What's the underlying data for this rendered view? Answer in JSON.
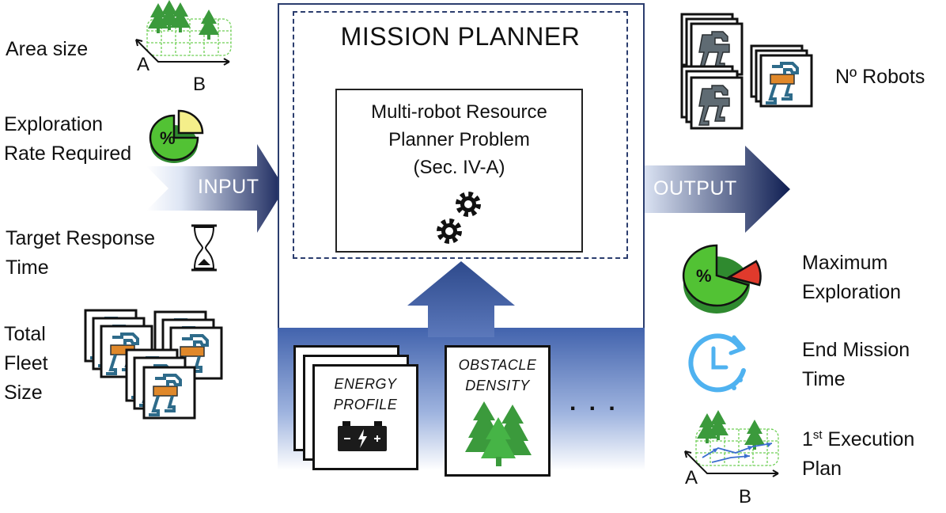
{
  "inputs": {
    "area_size": "Area size",
    "area_axis_a": "A",
    "area_axis_b": "B",
    "exploration_rate": [
      "Exploration",
      "Rate Required"
    ],
    "exploration_symbol": "%",
    "target_response": [
      "Target Response",
      "Time"
    ],
    "fleet_size": [
      "Total",
      "Fleet",
      "Size"
    ]
  },
  "arrows": {
    "input_label": "INPUT",
    "output_label": "OUTPUT"
  },
  "planner": {
    "title": "MISSION PLANNER",
    "problem": [
      "Multi-robot Resource",
      "Planner Problem",
      "(Sec. IV-A)"
    ],
    "energy_profile": [
      "ENERGY",
      "PROFILE"
    ],
    "obstacle_density": [
      "OBSTACLE",
      "DENSITY"
    ],
    "ellipsis": ". . ."
  },
  "outputs": {
    "robots": "Nº Robots",
    "max_exploration": [
      "Maximum",
      "Exploration"
    ],
    "max_exploration_symbol": "%",
    "end_mission": [
      "End Mission",
      "Time"
    ],
    "execution_plan_super": "st",
    "execution_plan_num": "1",
    "execution_plan": [
      "Execution",
      "Plan"
    ],
    "plan_axis_a": "A",
    "plan_axis_b": "B"
  },
  "colors": {
    "navy": "#1a2a5e",
    "arrow_light": "#dbe3f3",
    "planner_border": "#2b3d6e",
    "tree_green": "#3b9a3c",
    "pie_green": "#52c234",
    "pie_yellow": "#f4ef8a",
    "pie_red": "#e03a2c",
    "clock_blue": "#4fb2f0",
    "robot_orange": "#e0882a",
    "robot_gray": "#5f6b73"
  }
}
